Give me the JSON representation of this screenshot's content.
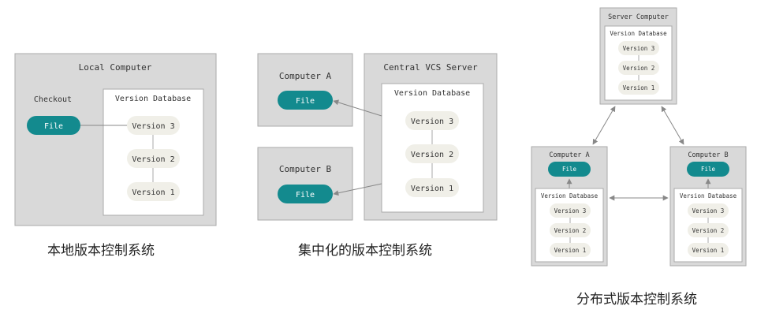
{
  "colors": {
    "outer_box": "#d9d9d9",
    "outer_border": "#aaaaaa",
    "inner_box": "#ffffff",
    "version_pill": "#f0efe8",
    "file_pill": "#138a8e",
    "file_text": "#ffffff",
    "text": "#333333",
    "line": "#888888"
  },
  "local": {
    "computer_title": "Local Computer",
    "checkout_label": "Checkout",
    "file_label": "File",
    "db_title": "Version Database",
    "versions": [
      "Version 3",
      "Version 2",
      "Version 1"
    ],
    "caption": "本地版本控制系统"
  },
  "centralized": {
    "computer_a_title": "Computer A",
    "computer_b_title": "Computer B",
    "file_a_label": "File",
    "file_b_label": "File",
    "server_title": "Central VCS Server",
    "db_title": "Version Database",
    "versions": [
      "Version 3",
      "Version 2",
      "Version 1"
    ],
    "caption": "集中化的版本控制系统"
  },
  "distributed": {
    "server_title": "Server Computer",
    "server_db_title": "Version Database",
    "server_versions": [
      "Version 3",
      "Version 2",
      "Version 1"
    ],
    "computer_a_title": "Computer A",
    "computer_a_file": "File",
    "computer_a_db_title": "Version Database",
    "computer_a_versions": [
      "Version 3",
      "Version 2",
      "Version 1"
    ],
    "computer_b_title": "Computer B",
    "computer_b_file": "File",
    "computer_b_db_title": "Version Database",
    "computer_b_versions": [
      "Version 3",
      "Version 2",
      "Version 1"
    ],
    "caption": "分布式版本控制系统"
  }
}
